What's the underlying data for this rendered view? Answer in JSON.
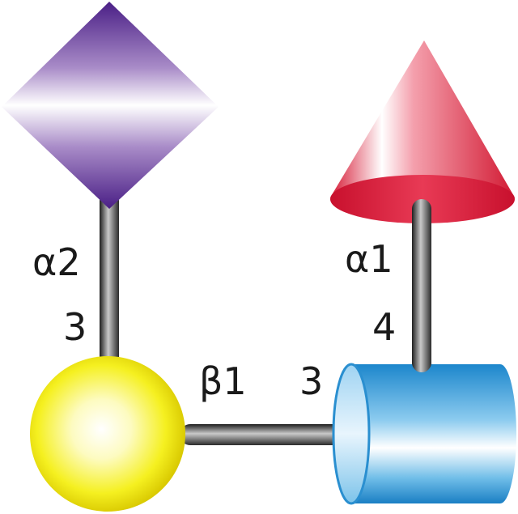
{
  "labels": {
    "neu5ac_linkage_anomer": "α2",
    "neu5ac_linkage_position": "3",
    "gal_linkage_anomer": "β1",
    "gal_linkage_position": "3",
    "fuc_linkage_anomer": "α1",
    "fuc_linkage_position": "4"
  },
  "colors": {
    "diamond": "#6a3fa0",
    "sphere": "#f2ee1a",
    "cylinder": "#2a8fd0",
    "cone": "#e0243e",
    "bond": "#4a4a4a"
  }
}
